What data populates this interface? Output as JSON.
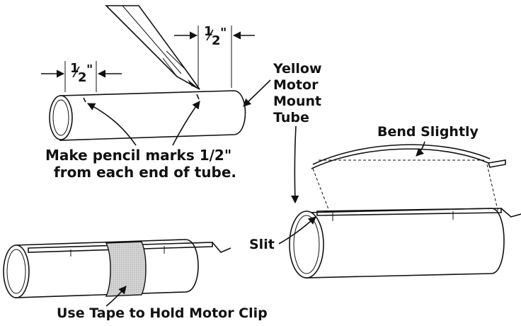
{
  "labels": {
    "half_inch": "1/2\"",
    "half_num": "1",
    "half_den": "2",
    "inch_mark": "\"",
    "tube_line1": "Yellow",
    "tube_line2": "Motor",
    "tube_line3": "Mount",
    "tube_line4": "Tube",
    "bend": "Bend Slightly",
    "pencil_line1": "Make pencil marks 1/2\"",
    "pencil_line2": "from each end of tube.",
    "slit": "Slit",
    "tape": "Use Tape to Hold Motor Clip"
  }
}
